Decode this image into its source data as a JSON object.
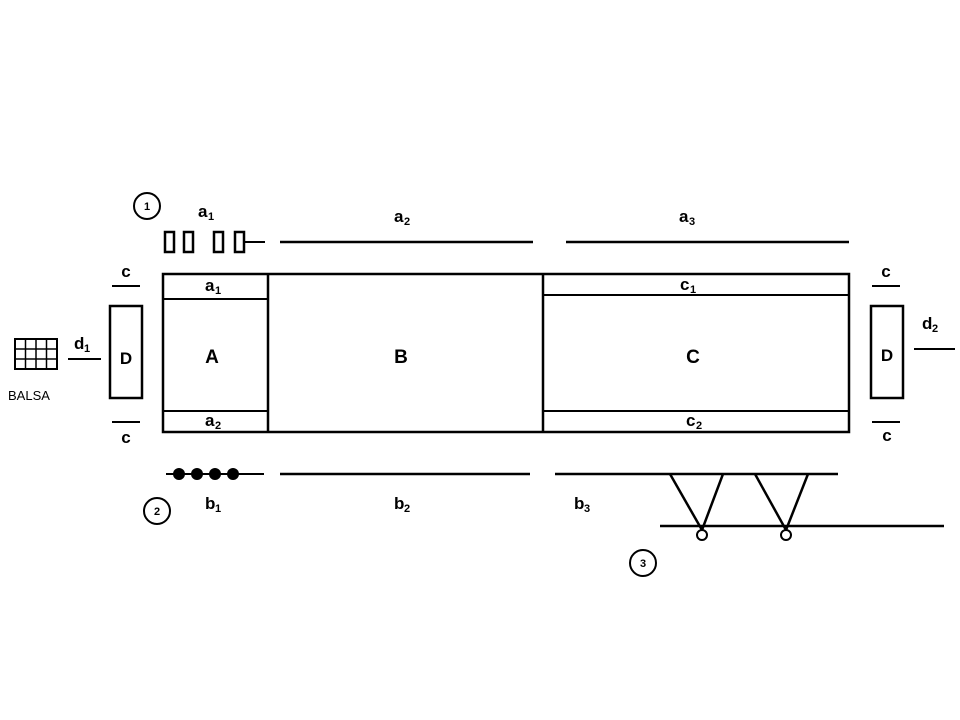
{
  "markers": {
    "m1": "1",
    "m2": "2",
    "m3": "3"
  },
  "top_labels": {
    "a1_base": "a",
    "a1_sub": "1",
    "a2_base": "a",
    "a2_sub": "2",
    "a3_base": "a",
    "a3_sub": "3"
  },
  "bottom_labels": {
    "b1_base": "b",
    "b1_sub": "1",
    "b2_base": "b",
    "b2_sub": "2",
    "b3_base": "b",
    "b3_sub": "3"
  },
  "left": {
    "c_top": "c",
    "c_bottom": "c",
    "d_box": "D",
    "d1_base": "d",
    "d1_sub": "1",
    "balsa": "BALSA"
  },
  "right": {
    "c_top": "c",
    "c_bottom": "c",
    "d_box": "D",
    "d2_base": "d",
    "d2_sub": "2"
  },
  "main": {
    "A": "A",
    "B": "B",
    "C": "C",
    "inA_a1_base": "a",
    "inA_a1_sub": "1",
    "inA_a2_base": "a",
    "inA_a2_sub": "2",
    "inC_c1_base": "c",
    "inC_c1_sub": "1",
    "inC_c2_base": "c",
    "inC_c2_sub": "2"
  },
  "colors": {
    "ink": "#000000",
    "background": "#ffffff"
  }
}
